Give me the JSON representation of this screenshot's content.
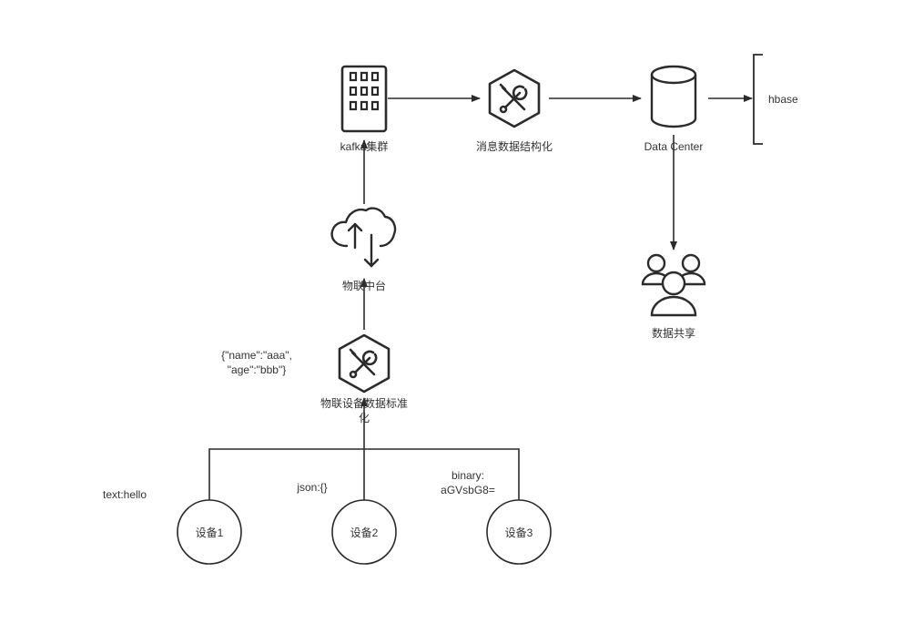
{
  "nodes": {
    "kafka": {
      "label": "kafka集群",
      "icon": "building-icon"
    },
    "msg_struct": {
      "label": "消息数据结构化",
      "icon": "tools-hexagon-icon"
    },
    "data_center": {
      "label": "Data Center",
      "icon": "database-cylinder-icon"
    },
    "hbase": {
      "label": "hbase"
    },
    "share": {
      "label": "数据共享",
      "icon": "users-group-icon"
    },
    "iot_platform": {
      "label": "物联中台",
      "icon": "cloud-upload-download-icon"
    },
    "standardize": {
      "label_line1": "物联设备数据标准",
      "label_line2": "化",
      "icon": "tools-hexagon-icon"
    },
    "device1": {
      "label": "设备1"
    },
    "device2": {
      "label": "设备2"
    },
    "device3": {
      "label": "设备3"
    }
  },
  "annotations": {
    "json_sample_line1": "{\"name\":\"aaa\",",
    "json_sample_line2": "\"age\":\"bbb\"}",
    "text_hello": "text:hello",
    "json_empty": "json:{}",
    "binary_line1": "binary:",
    "binary_line2": "aGVsbG8="
  },
  "colors": {
    "stroke": "#2b2b2b",
    "text": "#333333",
    "background": "#ffffff"
  }
}
